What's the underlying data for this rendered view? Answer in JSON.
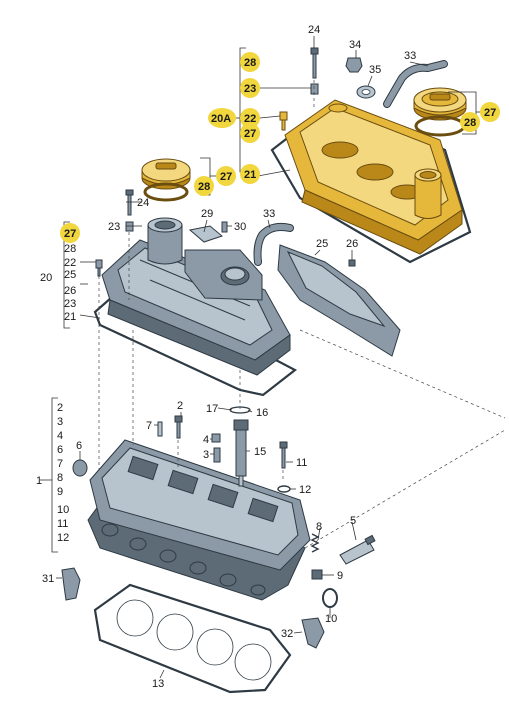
{
  "highlight_color": "#f2d63d",
  "labels": {
    "l24_top": "24",
    "l34": "34",
    "l33_top": "33",
    "l35": "35",
    "l28_a": "28",
    "l23_a": "23",
    "l20A": "20A",
    "l22_a": "22",
    "l27_a": "27",
    "l21_a": "21",
    "l27_cap_r": "27",
    "l28_cap_r": "28",
    "l27_cap_l": "27",
    "l28_cap_l": "28",
    "l24_mid": "24",
    "l23_mid": "23",
    "l29": "29",
    "l30": "30",
    "l33_mid": "33",
    "l25": "25",
    "l26_r": "26",
    "l27_b": "27",
    "l28_b": "28",
    "l22_b": "22",
    "l20": "20",
    "l25_b": "25",
    "l26_b": "26",
    "l23_b": "23",
    "l21_b": "21",
    "l2_list": "2",
    "l3": "3",
    "l4_list": "4",
    "l6_list": "6",
    "l7_list": "7",
    "l6": "6",
    "l1": "1",
    "l8_list": "8",
    "l9_list": "9",
    "l10_list": "10",
    "l11_list": "11",
    "l12_list": "12",
    "l7": "7",
    "l2": "2",
    "l17": "17",
    "l16": "16",
    "l4": "4",
    "l3b": "3",
    "l15": "15",
    "l11": "11",
    "l12": "12",
    "l5": "5",
    "l8": "8",
    "l9": "9",
    "l10": "10",
    "l31": "31",
    "l32": "32",
    "l13": "13"
  }
}
